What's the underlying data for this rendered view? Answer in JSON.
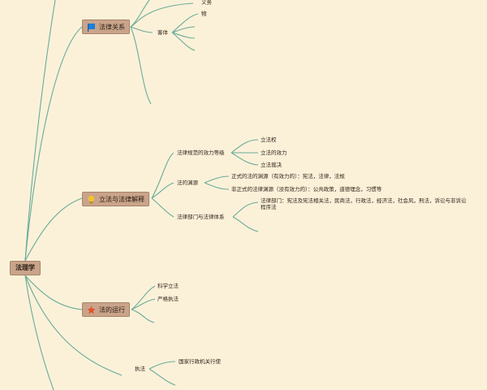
{
  "root": "法理学",
  "branches": {
    "legal_relation": {
      "label": "法律关系",
      "icon": "flag-icon",
      "icon_color": "#1e7fd6",
      "children": {
        "obligation": "义务",
        "object": "客体",
        "thing": "物"
      }
    },
    "legislation": {
      "label": "立法与法律解释",
      "icon": "bulb-icon",
      "icon_color": "#f2c230",
      "children": {
        "effect_hierarchy": "法律规范的效力等级",
        "legislative_power": "立法权",
        "legislative_effect": "立法的效力",
        "legislative_ruling": "立法裁决",
        "sources": "法的渊源",
        "formal_source": "正式的法的渊源（有效力的）：宪法，法律，法规",
        "informal_source": "非正式的法律渊源（没有效力的）：公共政策，道德理念，习惯等",
        "departments": "法律部门与法律体系",
        "departments_detail": "法律部门：宪法及宪法相关法，民商法，行政法，经济法，社会风，刑法，诉讼与非诉讼程序法"
      }
    },
    "operation": {
      "label": "法的运行",
      "icon": "star-icon",
      "icon_color": "#e6502a",
      "children": {
        "scientific_legislation": "科学立法",
        "strict_enforcement": "严格执法"
      }
    },
    "enforcement": {
      "label": "执法",
      "children": {
        "state_admin": "国家行政机关行使"
      }
    }
  },
  "colors": {
    "line": "#6aab98",
    "node_fill": "#c9a48a",
    "background": "#fbf1d9"
  }
}
